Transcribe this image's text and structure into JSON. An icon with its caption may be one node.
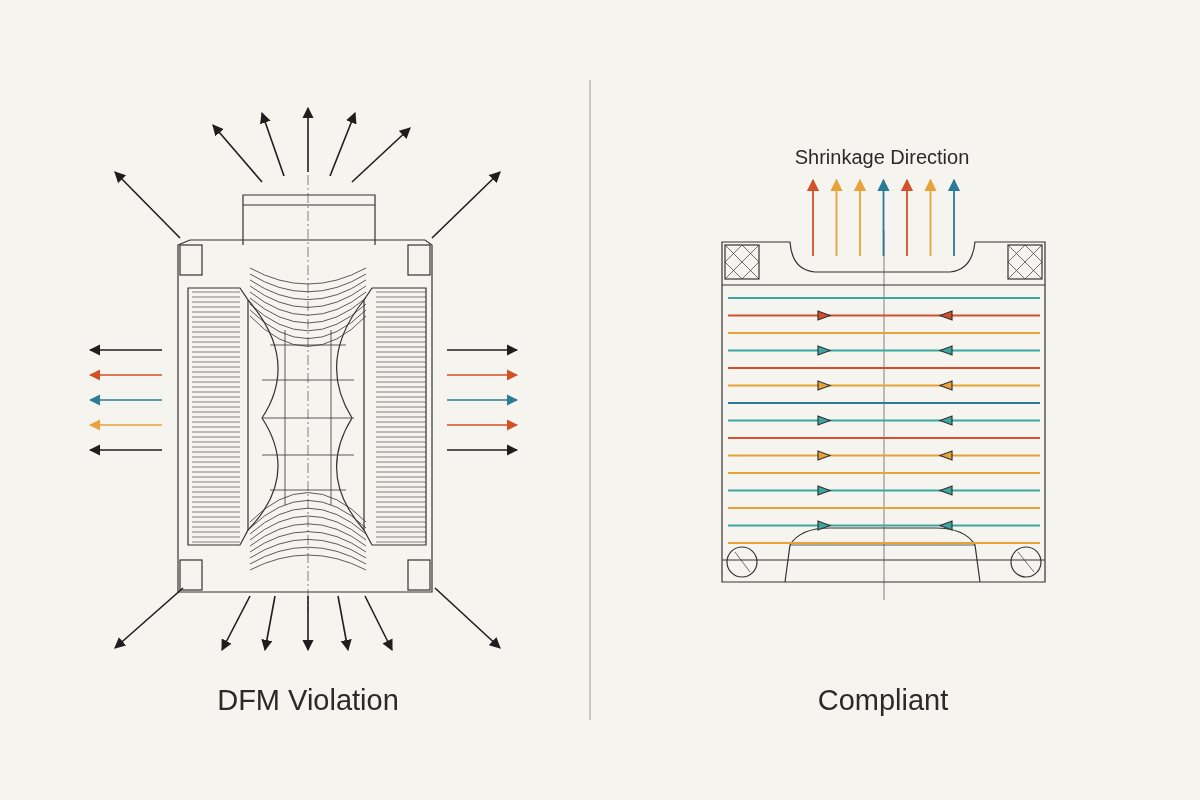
{
  "diagram": {
    "labels": [
      "Shrinkage Direction",
      "DFM Violation",
      "Compliant"
    ]
  }
}
